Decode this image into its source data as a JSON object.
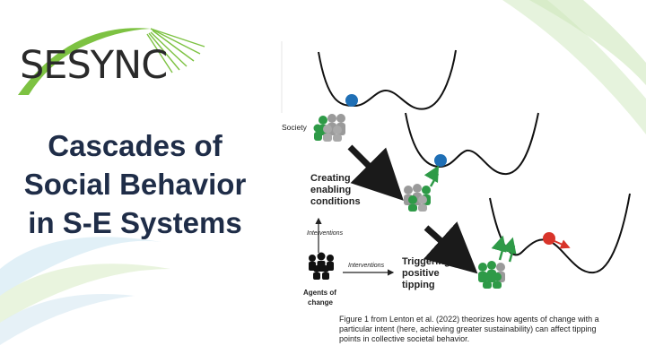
{
  "brand": {
    "name": "SESYNC",
    "green": "#7dc242",
    "dark": "#2a2a2a"
  },
  "title": {
    "lines": [
      "Cascades of",
      "Social Behavior",
      "in S-E Systems"
    ],
    "color": "#1f2d48"
  },
  "figure": {
    "labels": {
      "society": "Society",
      "creating": [
        "Creating",
        "enabling",
        "conditions"
      ],
      "interventions_vertical": "Interventions",
      "interventions_horizontal": "Interventions",
      "triggering": [
        "Triggering",
        "positive",
        "tipping"
      ],
      "agents": [
        "Agents of",
        "change"
      ]
    },
    "colors": {
      "ball_blue": "#1f6fb5",
      "ball_red": "#d8342a",
      "people_green": "#2e9a47",
      "people_grey": "#9a9a9a",
      "arrow_dark": "#1a1a1a"
    }
  },
  "caption": "Figure 1 from Lenton et al. (2022) theorizes how agents of change with a particular intent (here, achieving greater sustainability) can affect tipping points in collective societal behavior."
}
